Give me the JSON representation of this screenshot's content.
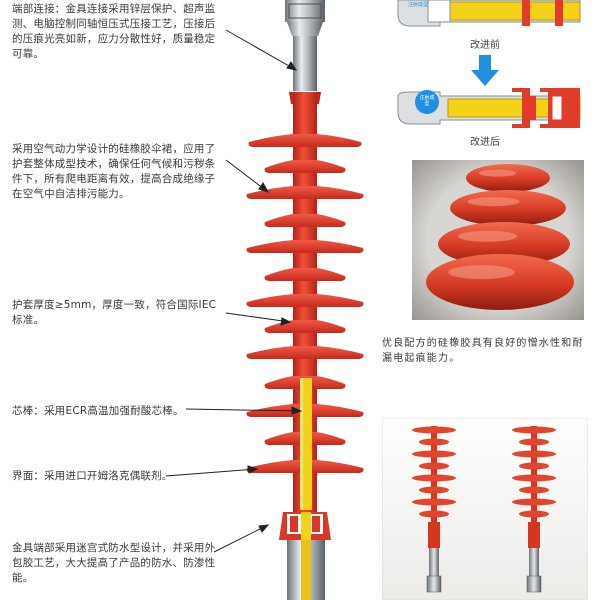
{
  "annotations": {
    "end_fitting": "端部连接：金具连接采用锌层保护、超声监测、电脑控制同轴恒压式压接工艺，压接后的压痕光亮如新，应力分散性好，质量稳定可靠。",
    "shed_design": "采用空气动力学设计的硅橡胶伞裙，应用了护套整体成型技术，确保任何气候和污秽条件下，所有爬电距离有效，提高合成绝缘子在空气中自洁排污能力。",
    "sheath": "护套厚度≥5mm，厚度一致，符合国际IEC标准。",
    "core_rod": "芯棒：采用ECR高温加强耐酸芯棒。",
    "interface": "界面：采用进口开姆洛克偶联剂。",
    "fitting_seal": "金具端部采用迷宫式防水型设计，并采用外包胶工艺，大大提高了产品的防水、防渗性能。"
  },
  "diagram": {
    "before_label": "改进前",
    "after_label": "改进后",
    "badge_before": "注射成型",
    "badge_after": "注射成型"
  },
  "silicone_note": "优良配方的硅橡胶具有良好的憎水性和耐漏电起痕能力。",
  "colors": {
    "rubber_red": "#e03b2b",
    "core_yellow": "#f5d21a",
    "metal_gray": "#9aa0a6",
    "arrow_blue": "#1f8fe0"
  }
}
